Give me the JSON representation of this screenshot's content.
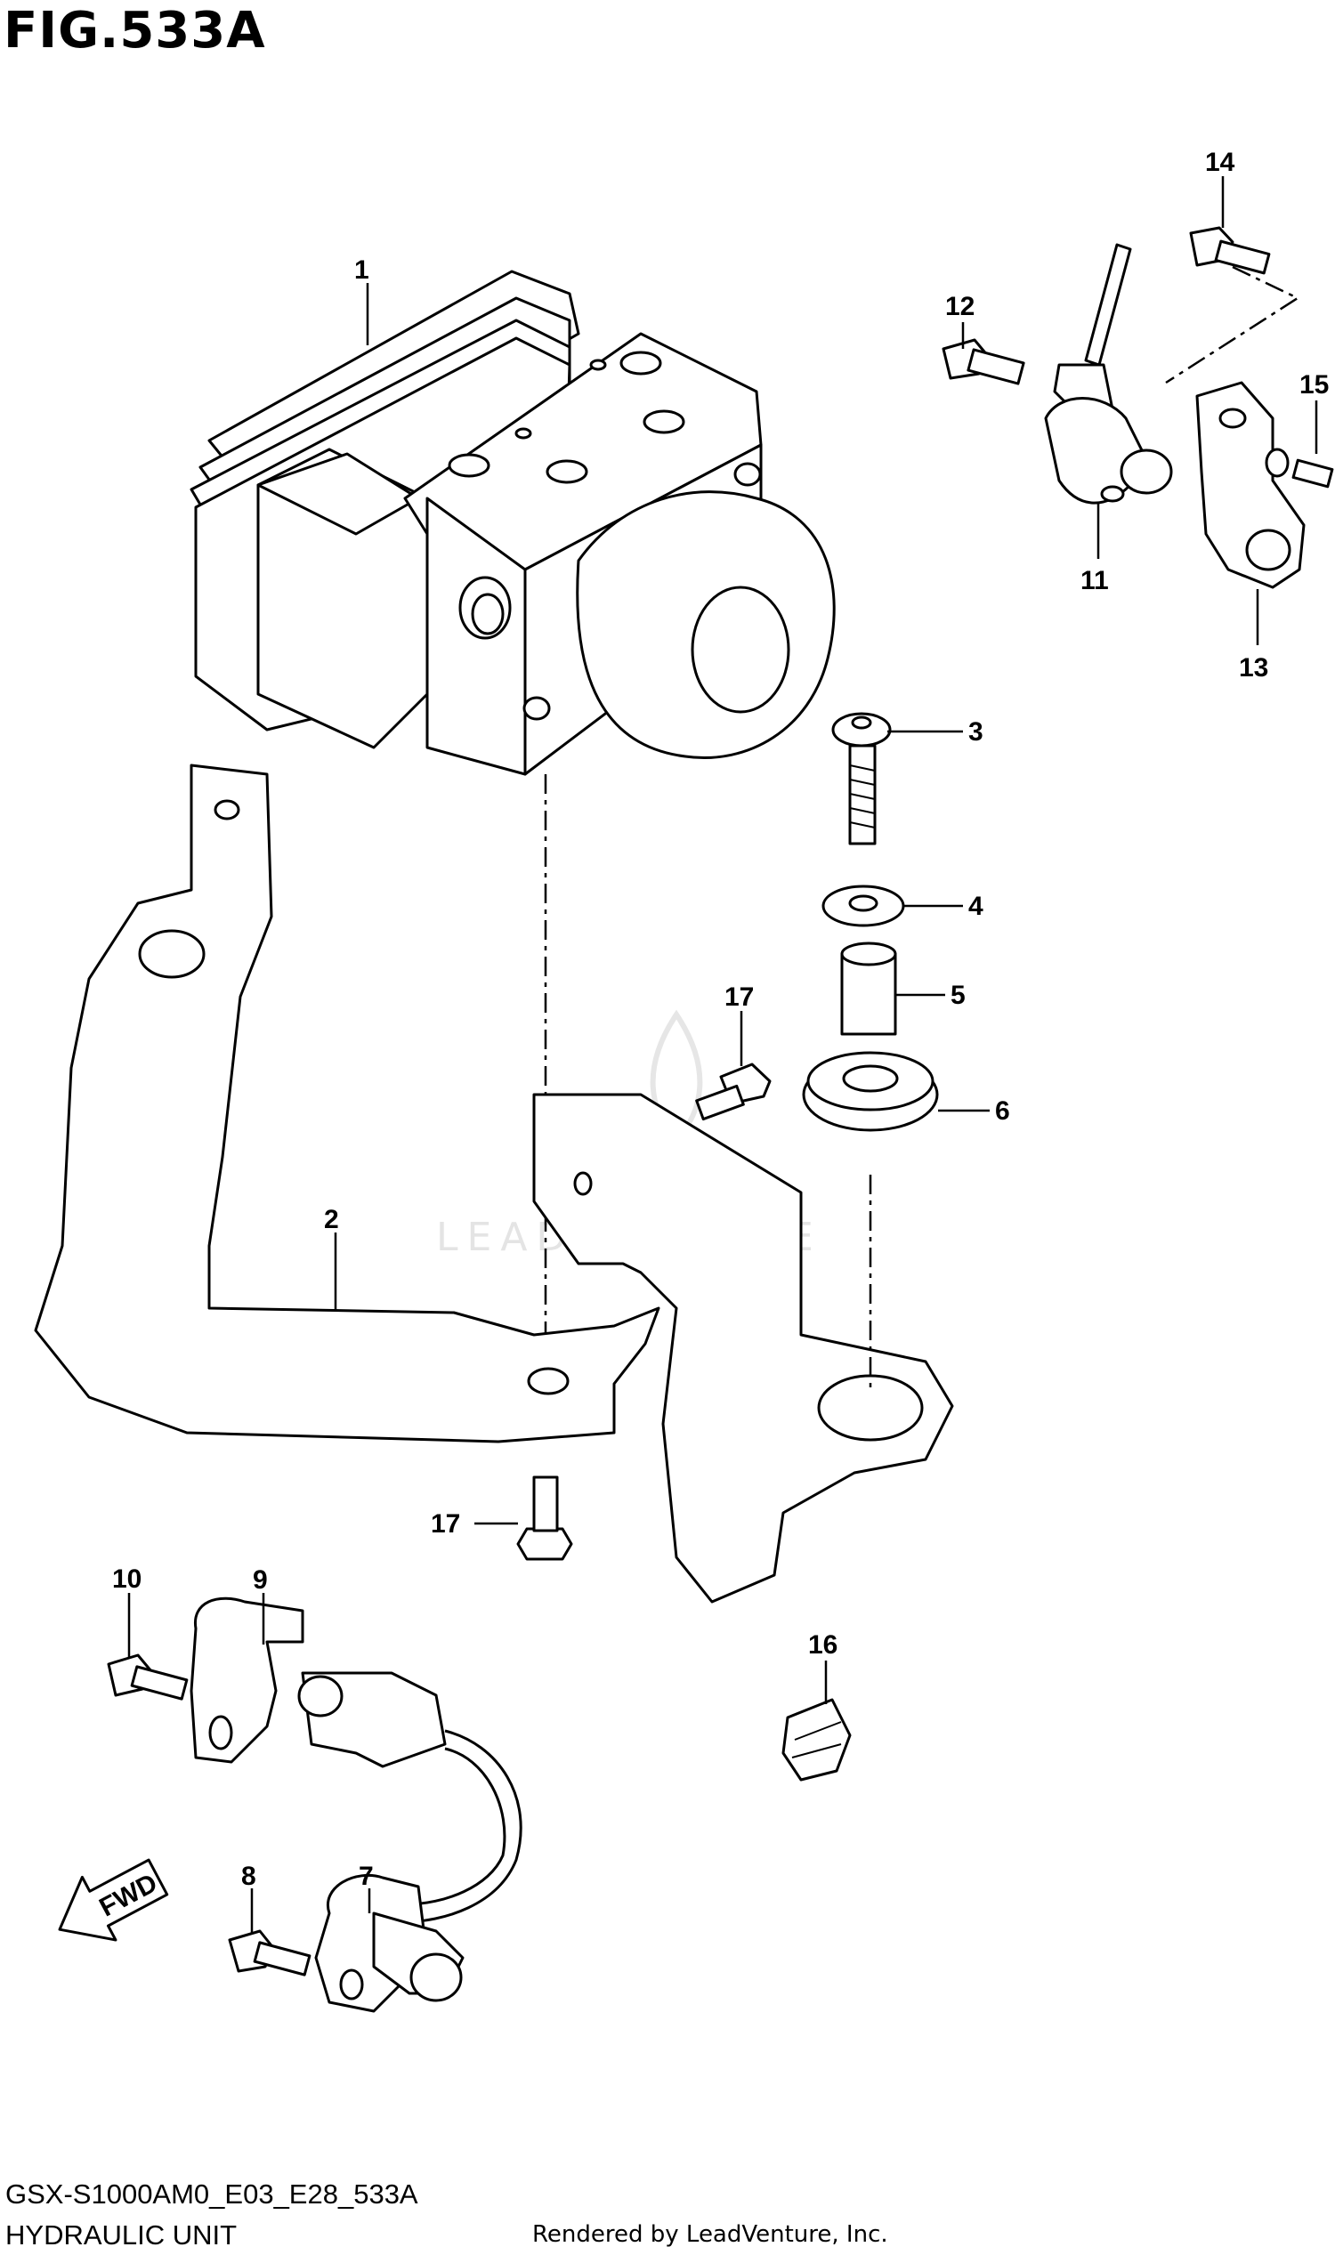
{
  "figure": {
    "title": "FIG.533A"
  },
  "watermark": {
    "text": "LEADVENTURE"
  },
  "fwd_arrow": {
    "label": "FWD"
  },
  "callouts": [
    "1",
    "2",
    "3",
    "4",
    "5",
    "6",
    "7",
    "8",
    "9",
    "10",
    "11",
    "12",
    "13",
    "14",
    "15",
    "16",
    "17",
    "17"
  ],
  "footer": {
    "code": "GSX-S1000AM0_E03_E28_533A",
    "name": "HYDRAULIC UNIT",
    "credit": "Rendered by LeadVenture, Inc."
  }
}
